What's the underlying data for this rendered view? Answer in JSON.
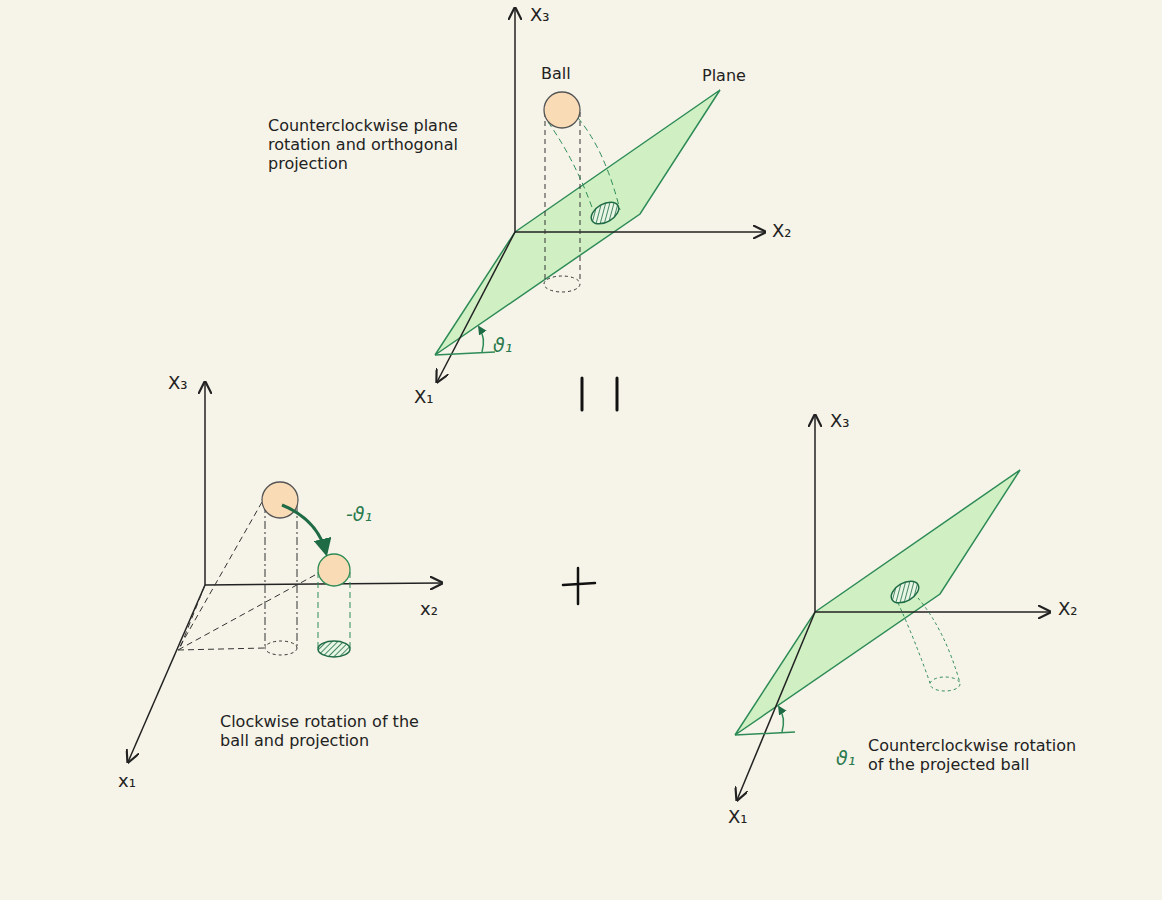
{
  "diagram": {
    "labels": [
      "Counterclockwise plane rotation and orthogonal projection",
      "X₃",
      "Ball",
      "Plane",
      "X₂",
      "ϑ₁",
      "X₁",
      "X₃",
      "-ϑ₁",
      "x₂",
      "Clockwise rotation of the ball and projection",
      "x₁",
      "X₃",
      "X₂",
      "ϑ₁",
      "X₁",
      "Counterclockwise rotation of the projected ball"
    ]
  }
}
